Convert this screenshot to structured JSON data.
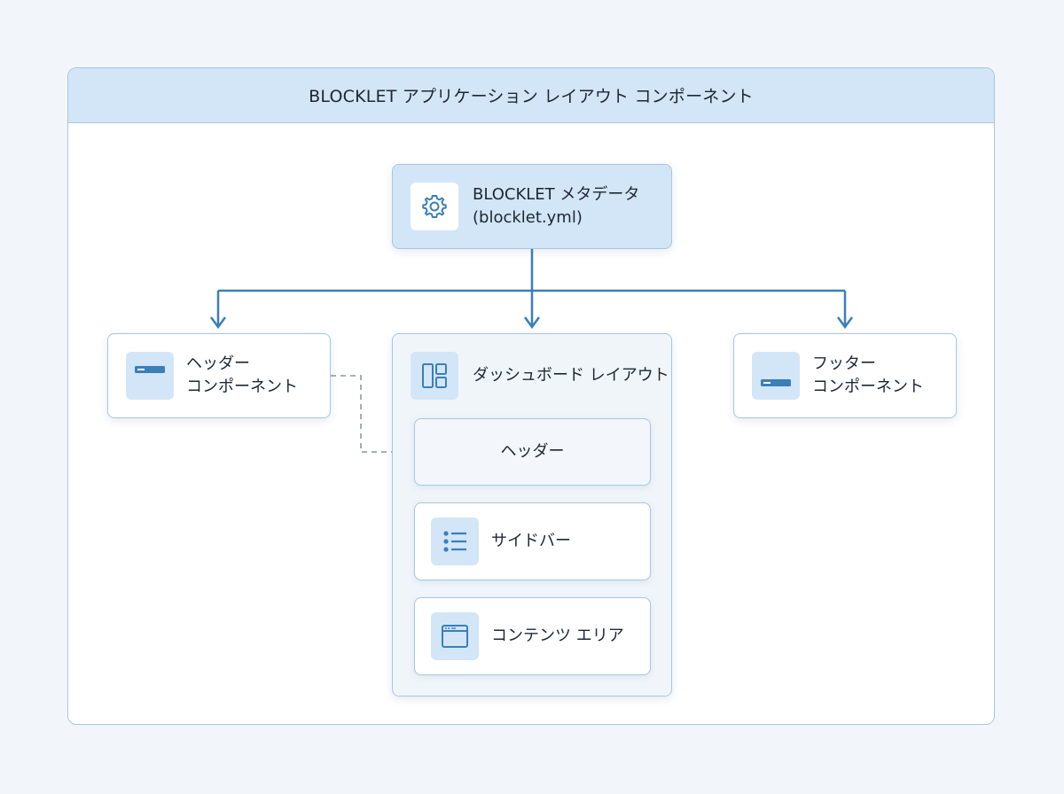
{
  "frame": {
    "title": "BLOCKLET アプリケーション レイアウト コンポーネント"
  },
  "nodes": {
    "metadata": {
      "line1": "BLOCKLET メタデータ",
      "line2": "(blocklet.yml)",
      "icon": "gear-icon"
    },
    "header_component": {
      "line1": "ヘッダー",
      "line2": "コンポーネント",
      "icon": "header-bar-icon"
    },
    "dashboard_layout": {
      "label": "ダッシュボード レイアウト",
      "icon": "layout-panels-icon",
      "children": {
        "header": {
          "label": "ヘッダー"
        },
        "sidebar": {
          "label": "サイドバー",
          "icon": "list-icon"
        },
        "content": {
          "label": "コンテンツ エリア",
          "icon": "browser-window-icon"
        }
      }
    },
    "footer_component": {
      "line1": "フッター",
      "line2": "コンポーネント",
      "icon": "footer-bar-icon"
    }
  },
  "colors": {
    "accent": "#3a7fb8",
    "header_fill": "#d2e6f8",
    "border": "#a9c6de",
    "dashed_link": "#9aa4ae"
  }
}
